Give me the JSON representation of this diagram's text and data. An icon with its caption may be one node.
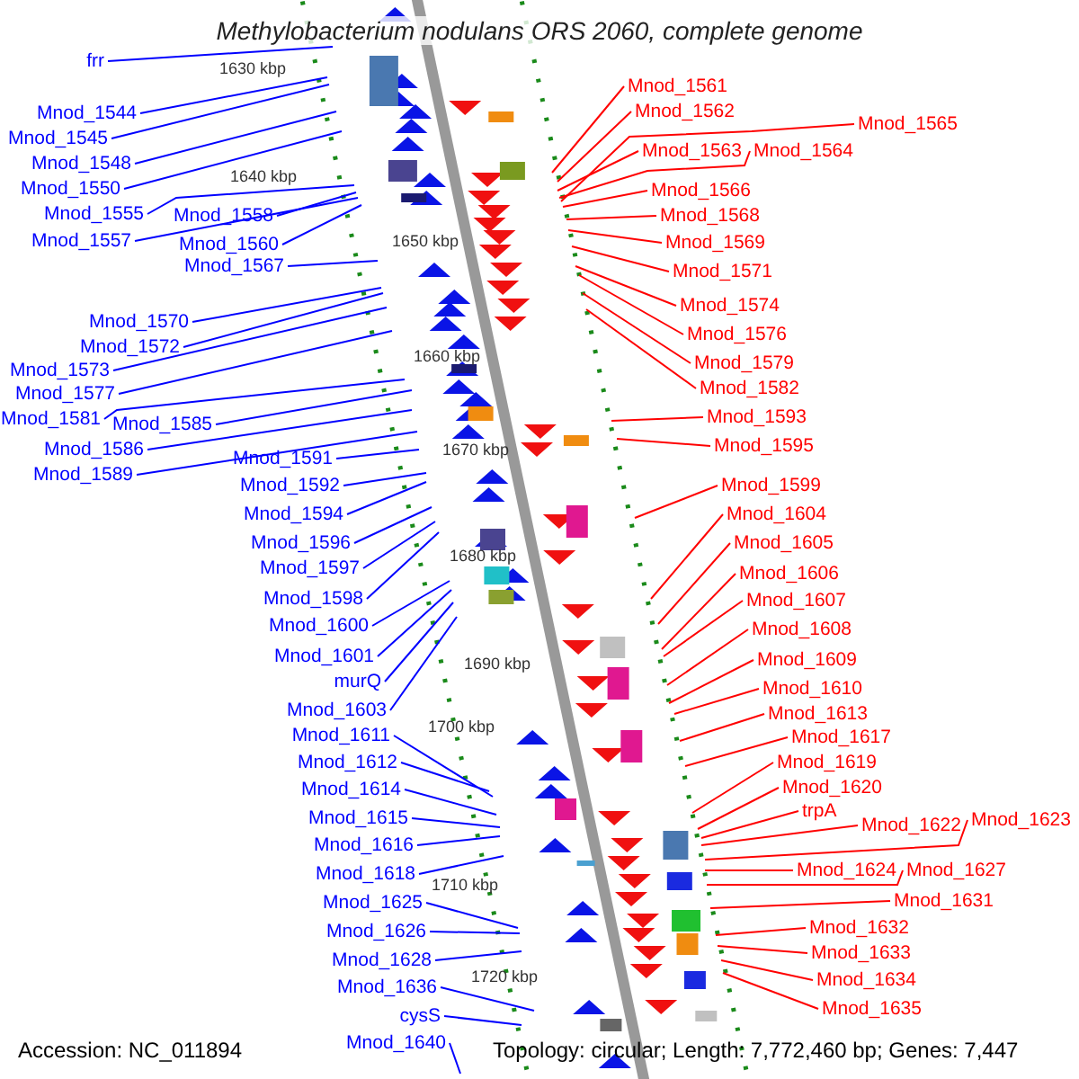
{
  "diagram": {
    "title": "Methylobacterium nodulans ORS 2060, complete genome",
    "nodes": [
      {
        "text": [
          "frr"
        ]
      },
      {
        "text": [
          "Mnod_1544"
        ]
      },
      {
        "text": [
          "Mnod_1545"
        ]
      },
      {
        "text": [
          "Mnod_1548"
        ]
      },
      {
        "text": [
          "Mnod_1550"
        ]
      },
      {
        "text": [
          "Mnod_1555"
        ]
      },
      {
        "text": [
          "Mnod_1558"
        ]
      },
      {
        "text": [
          "Mnod_1557"
        ]
      },
      {
        "text": [
          "Mnod_1560"
        ]
      },
      {
        "text": [
          "Mnod_1567"
        ]
      },
      {
        "text": [
          "Mnod_1570"
        ]
      },
      {
        "text": [
          "Mnod_1572"
        ]
      },
      {
        "text": [
          "Mnod_1573"
        ]
      },
      {
        "text": [
          "Mnod_1577"
        ]
      },
      {
        "text": [
          "Mnod_1581"
        ]
      },
      {
        "text": [
          "Mnod_1585"
        ]
      },
      {
        "text": [
          "Mnod_1586"
        ]
      },
      {
        "text": [
          "Mnod_1589"
        ]
      },
      {
        "text": [
          "Mnod_1591"
        ]
      },
      {
        "text": [
          "Mnod_1592"
        ]
      },
      {
        "text": [
          "Mnod_1594"
        ]
      },
      {
        "text": [
          "Mnod_1596"
        ]
      },
      {
        "text": [
          "Mnod_1597"
        ]
      },
      {
        "text": [
          "Mnod_1598"
        ]
      },
      {
        "text": [
          "Mnod_1600"
        ]
      },
      {
        "text": [
          "Mnod_1601"
        ]
      },
      {
        "text": [
          "murQ"
        ]
      },
      {
        "text": [
          "Mnod_1603"
        ]
      },
      {
        "text": [
          "Mnod_1611"
        ]
      },
      {
        "text": [
          "Mnod_1612"
        ]
      },
      {
        "text": [
          "Mnod_1614"
        ]
      },
      {
        "text": [
          "Mnod_1615"
        ]
      },
      {
        "text": [
          "Mnod_1616"
        ]
      },
      {
        "text": [
          "Mnod_1618"
        ]
      },
      {
        "text": [
          "Mnod_1625"
        ]
      },
      {
        "text": [
          "Mnod_1626"
        ]
      },
      {
        "text": [
          "Mnod_1628"
        ]
      },
      {
        "text": [
          "Mnod_1636"
        ]
      },
      {
        "text": [
          "cysS"
        ]
      },
      {
        "text": [
          "Mnod_1640"
        ]
      },
      {
        "text": [
          "Mnod_1561"
        ]
      },
      {
        "text": [
          "Mnod_1562"
        ]
      },
      {
        "text": [
          "Mnod_1563"
        ]
      },
      {
        "text": [
          "Mnod_1564"
        ]
      },
      {
        "text": [
          "Mnod_1565"
        ]
      },
      {
        "text": [
          "Mnod_1566"
        ]
      },
      {
        "text": [
          "Mnod_1568"
        ]
      },
      {
        "text": [
          "Mnod_1569"
        ]
      },
      {
        "text": [
          "Mnod_1571"
        ]
      },
      {
        "text": [
          "Mnod_1574"
        ]
      },
      {
        "text": [
          "Mnod_1576"
        ]
      },
      {
        "text": [
          "Mnod_1579"
        ]
      },
      {
        "text": [
          "Mnod_1582"
        ]
      },
      {
        "text": [
          "Mnod_1593"
        ]
      },
      {
        "text": [
          "Mnod_1595"
        ]
      },
      {
        "text": [
          "Mnod_1599"
        ]
      },
      {
        "text": [
          "Mnod_1604"
        ]
      },
      {
        "text": [
          "Mnod_1605"
        ]
      },
      {
        "text": [
          "Mnod_1606"
        ]
      },
      {
        "text": [
          "Mnod_1607"
        ]
      },
      {
        "text": [
          "Mnod_1608"
        ]
      },
      {
        "text": [
          "Mnod_1609"
        ]
      },
      {
        "text": [
          "Mnod_1610"
        ]
      },
      {
        "text": [
          "Mnod_1613"
        ]
      },
      {
        "text": [
          "Mnod_1617"
        ]
      },
      {
        "text": [
          "Mnod_1619"
        ]
      },
      {
        "text": [
          "Mnod_1620"
        ]
      },
      {
        "text": [
          "trpA"
        ]
      },
      {
        "text": [
          "Mnod_1622"
        ]
      },
      {
        "text": [
          "Mnod_1623"
        ]
      },
      {
        "text": [
          "Mnod_1624"
        ]
      },
      {
        "text": [
          "Mnod_1627"
        ]
      },
      {
        "text": [
          "Mnod_1631"
        ]
      },
      {
        "text": [
          "Mnod_1632"
        ]
      },
      {
        "text": [
          "Mnod_1633"
        ]
      },
      {
        "text": [
          "Mnod_1634"
        ]
      },
      {
        "text": [
          "Mnod_1635"
        ]
      }
    ],
    "edges": [
      {
        "from": 0,
        "to": null,
        "arrow": "none"
      },
      {
        "from": 1,
        "to": null,
        "arrow": "none"
      },
      {
        "from": 2,
        "to": null,
        "arrow": "none"
      },
      {
        "from": 3,
        "to": null,
        "arrow": "none"
      },
      {
        "from": 4,
        "to": null,
        "arrow": "none"
      },
      {
        "from": 5,
        "to": null,
        "arrow": "none"
      },
      {
        "from": 6,
        "to": null,
        "arrow": "none"
      },
      {
        "from": 7,
        "to": null,
        "arrow": "none"
      },
      {
        "from": 8,
        "to": null,
        "arrow": "none"
      },
      {
        "from": 9,
        "to": null,
        "arrow": "none"
      },
      {
        "from": 10,
        "to": null,
        "arrow": "none"
      },
      {
        "from": 11,
        "to": null,
        "arrow": "none"
      },
      {
        "from": 12,
        "to": null,
        "arrow": "none"
      },
      {
        "from": 13,
        "to": null,
        "arrow": "none"
      },
      {
        "from": 14,
        "to": null,
        "arrow": "none"
      },
      {
        "from": 15,
        "to": null,
        "arrow": "none"
      },
      {
        "from": 16,
        "to": null,
        "arrow": "none"
      },
      {
        "from": 17,
        "to": null,
        "arrow": "none"
      },
      {
        "from": 18,
        "to": null,
        "arrow": "none"
      },
      {
        "from": 19,
        "to": null,
        "arrow": "none"
      },
      {
        "from": 20,
        "to": null,
        "arrow": "none"
      },
      {
        "from": 21,
        "to": null,
        "arrow": "none"
      },
      {
        "from": 22,
        "to": null,
        "arrow": "none"
      },
      {
        "from": 23,
        "to": null,
        "arrow": "none"
      },
      {
        "from": 24,
        "to": null,
        "arrow": "none"
      },
      {
        "from": 25,
        "to": null,
        "arrow": "none"
      },
      {
        "from": 26,
        "to": null,
        "arrow": "none"
      },
      {
        "from": 27,
        "to": null,
        "arrow": "none"
      },
      {
        "from": 28,
        "to": null,
        "arrow": "none"
      },
      {
        "from": 29,
        "to": null,
        "arrow": "none"
      },
      {
        "from": 30,
        "to": null,
        "arrow": "none"
      },
      {
        "from": 31,
        "to": null,
        "arrow": "none"
      },
      {
        "from": 32,
        "to": null,
        "arrow": "none"
      },
      {
        "from": 33,
        "to": null,
        "arrow": "none"
      },
      {
        "from": 34,
        "to": null,
        "arrow": "none"
      },
      {
        "from": 35,
        "to": null,
        "arrow": "none"
      },
      {
        "from": 36,
        "to": null,
        "arrow": "none"
      },
      {
        "from": 37,
        "to": null,
        "arrow": "none"
      },
      {
        "from": 38,
        "to": null,
        "arrow": "none"
      },
      {
        "from": 39,
        "to": null,
        "arrow": "none"
      },
      {
        "from": 40,
        "to": null,
        "arrow": "none",
        "color": "#ff0000"
      },
      {
        "from": 41,
        "to": null,
        "arrow": "none",
        "color": "#ff0000"
      },
      {
        "from": 42,
        "to": null,
        "arrow": "none",
        "color": "#ff0000"
      },
      {
        "from": 43,
        "to": null,
        "arrow": "none",
        "color": "#ff0000"
      },
      {
        "from": 44,
        "to": null,
        "arrow": "none",
        "color": "#ff0000"
      },
      {
        "from": 45,
        "to": null,
        "arrow": "none",
        "color": "#ff0000"
      },
      {
        "from": 46,
        "to": null,
        "arrow": "none",
        "color": "#ff0000"
      },
      {
        "from": 47,
        "to": null,
        "arrow": "none",
        "color": "#ff0000"
      },
      {
        "from": 48,
        "to": null,
        "arrow": "none",
        "color": "#ff0000"
      },
      {
        "from": 49,
        "to": null,
        "arrow": "none",
        "color": "#ff0000"
      },
      {
        "from": 50,
        "to": null,
        "arrow": "none",
        "color": "#ff0000"
      },
      {
        "from": 51,
        "to": null,
        "arrow": "none",
        "color": "#ff0000"
      },
      {
        "from": 52,
        "to": null,
        "arrow": "none",
        "color": "#ff0000"
      },
      {
        "from": 53,
        "to": null,
        "arrow": "none",
        "color": "#ff0000"
      },
      {
        "from": 54,
        "to": null,
        "arrow": "none",
        "color": "#ff0000"
      },
      {
        "from": 55,
        "to": null,
        "arrow": "none",
        "color": "#ff0000"
      },
      {
        "from": 56,
        "to": null,
        "arrow": "none",
        "color": "#ff0000"
      },
      {
        "from": 57,
        "to": null,
        "arrow": "none",
        "color": "#ff0000"
      },
      {
        "from": 58,
        "to": null,
        "arrow": "none",
        "color": "#ff0000"
      },
      {
        "from": 59,
        "to": null,
        "arrow": "none",
        "color": "#ff0000"
      },
      {
        "from": 60,
        "to": null,
        "arrow": "none",
        "color": "#ff0000"
      },
      {
        "from": 61,
        "to": null,
        "arrow": "none",
        "color": "#ff0000"
      },
      {
        "from": 62,
        "to": null,
        "arrow": "none",
        "color": "#ff0000"
      },
      {
        "from": 63,
        "to": null,
        "arrow": "none",
        "color": "#ff0000"
      },
      {
        "from": 64,
        "to": null,
        "arrow": "none",
        "color": "#ff0000"
      },
      {
        "from": 65,
        "to": null,
        "arrow": "none",
        "color": "#ff0000"
      },
      {
        "from": 66,
        "to": null,
        "arrow": "none",
        "color": "#ff0000"
      },
      {
        "from": 67,
        "to": null,
        "arrow": "none",
        "color": "#ff0000"
      },
      {
        "from": 68,
        "to": null,
        "arrow": "none",
        "color": "#ff0000"
      },
      {
        "from": 69,
        "to": null,
        "arrow": "none",
        "color": "#ff0000"
      },
      {
        "from": 70,
        "to": null,
        "arrow": "none",
        "color": "#ff0000"
      },
      {
        "from": 71,
        "to": null,
        "arrow": "none",
        "color": "#ff0000"
      },
      {
        "from": 72,
        "to": null,
        "arrow": "none",
        "color": "#ff0000"
      },
      {
        "from": 73,
        "to": null,
        "arrow": "none",
        "color": "#ff0000"
      },
      {
        "from": 74,
        "to": null,
        "arrow": "none",
        "color": "#ff0000"
      },
      {
        "from": 75,
        "to": null,
        "arrow": "none",
        "color": "#ff0000"
      },
      {
        "from": 76,
        "to": null,
        "arrow": "none",
        "color": "#ff0000"
      }
    ],
    "labels": [
      "1630 kbp",
      "1640 kbp",
      "1650 kbp",
      "1660 kbp",
      "1670 kbp",
      "1680 kbp",
      "1690 kbp",
      "1700 kbp",
      "1710 kbp",
      "1720 kbp",
      "Accession: NC_011894",
      "Topology: circular; Length: 7,772,460 bp; Genes: 7,447"
    ]
  }
}
